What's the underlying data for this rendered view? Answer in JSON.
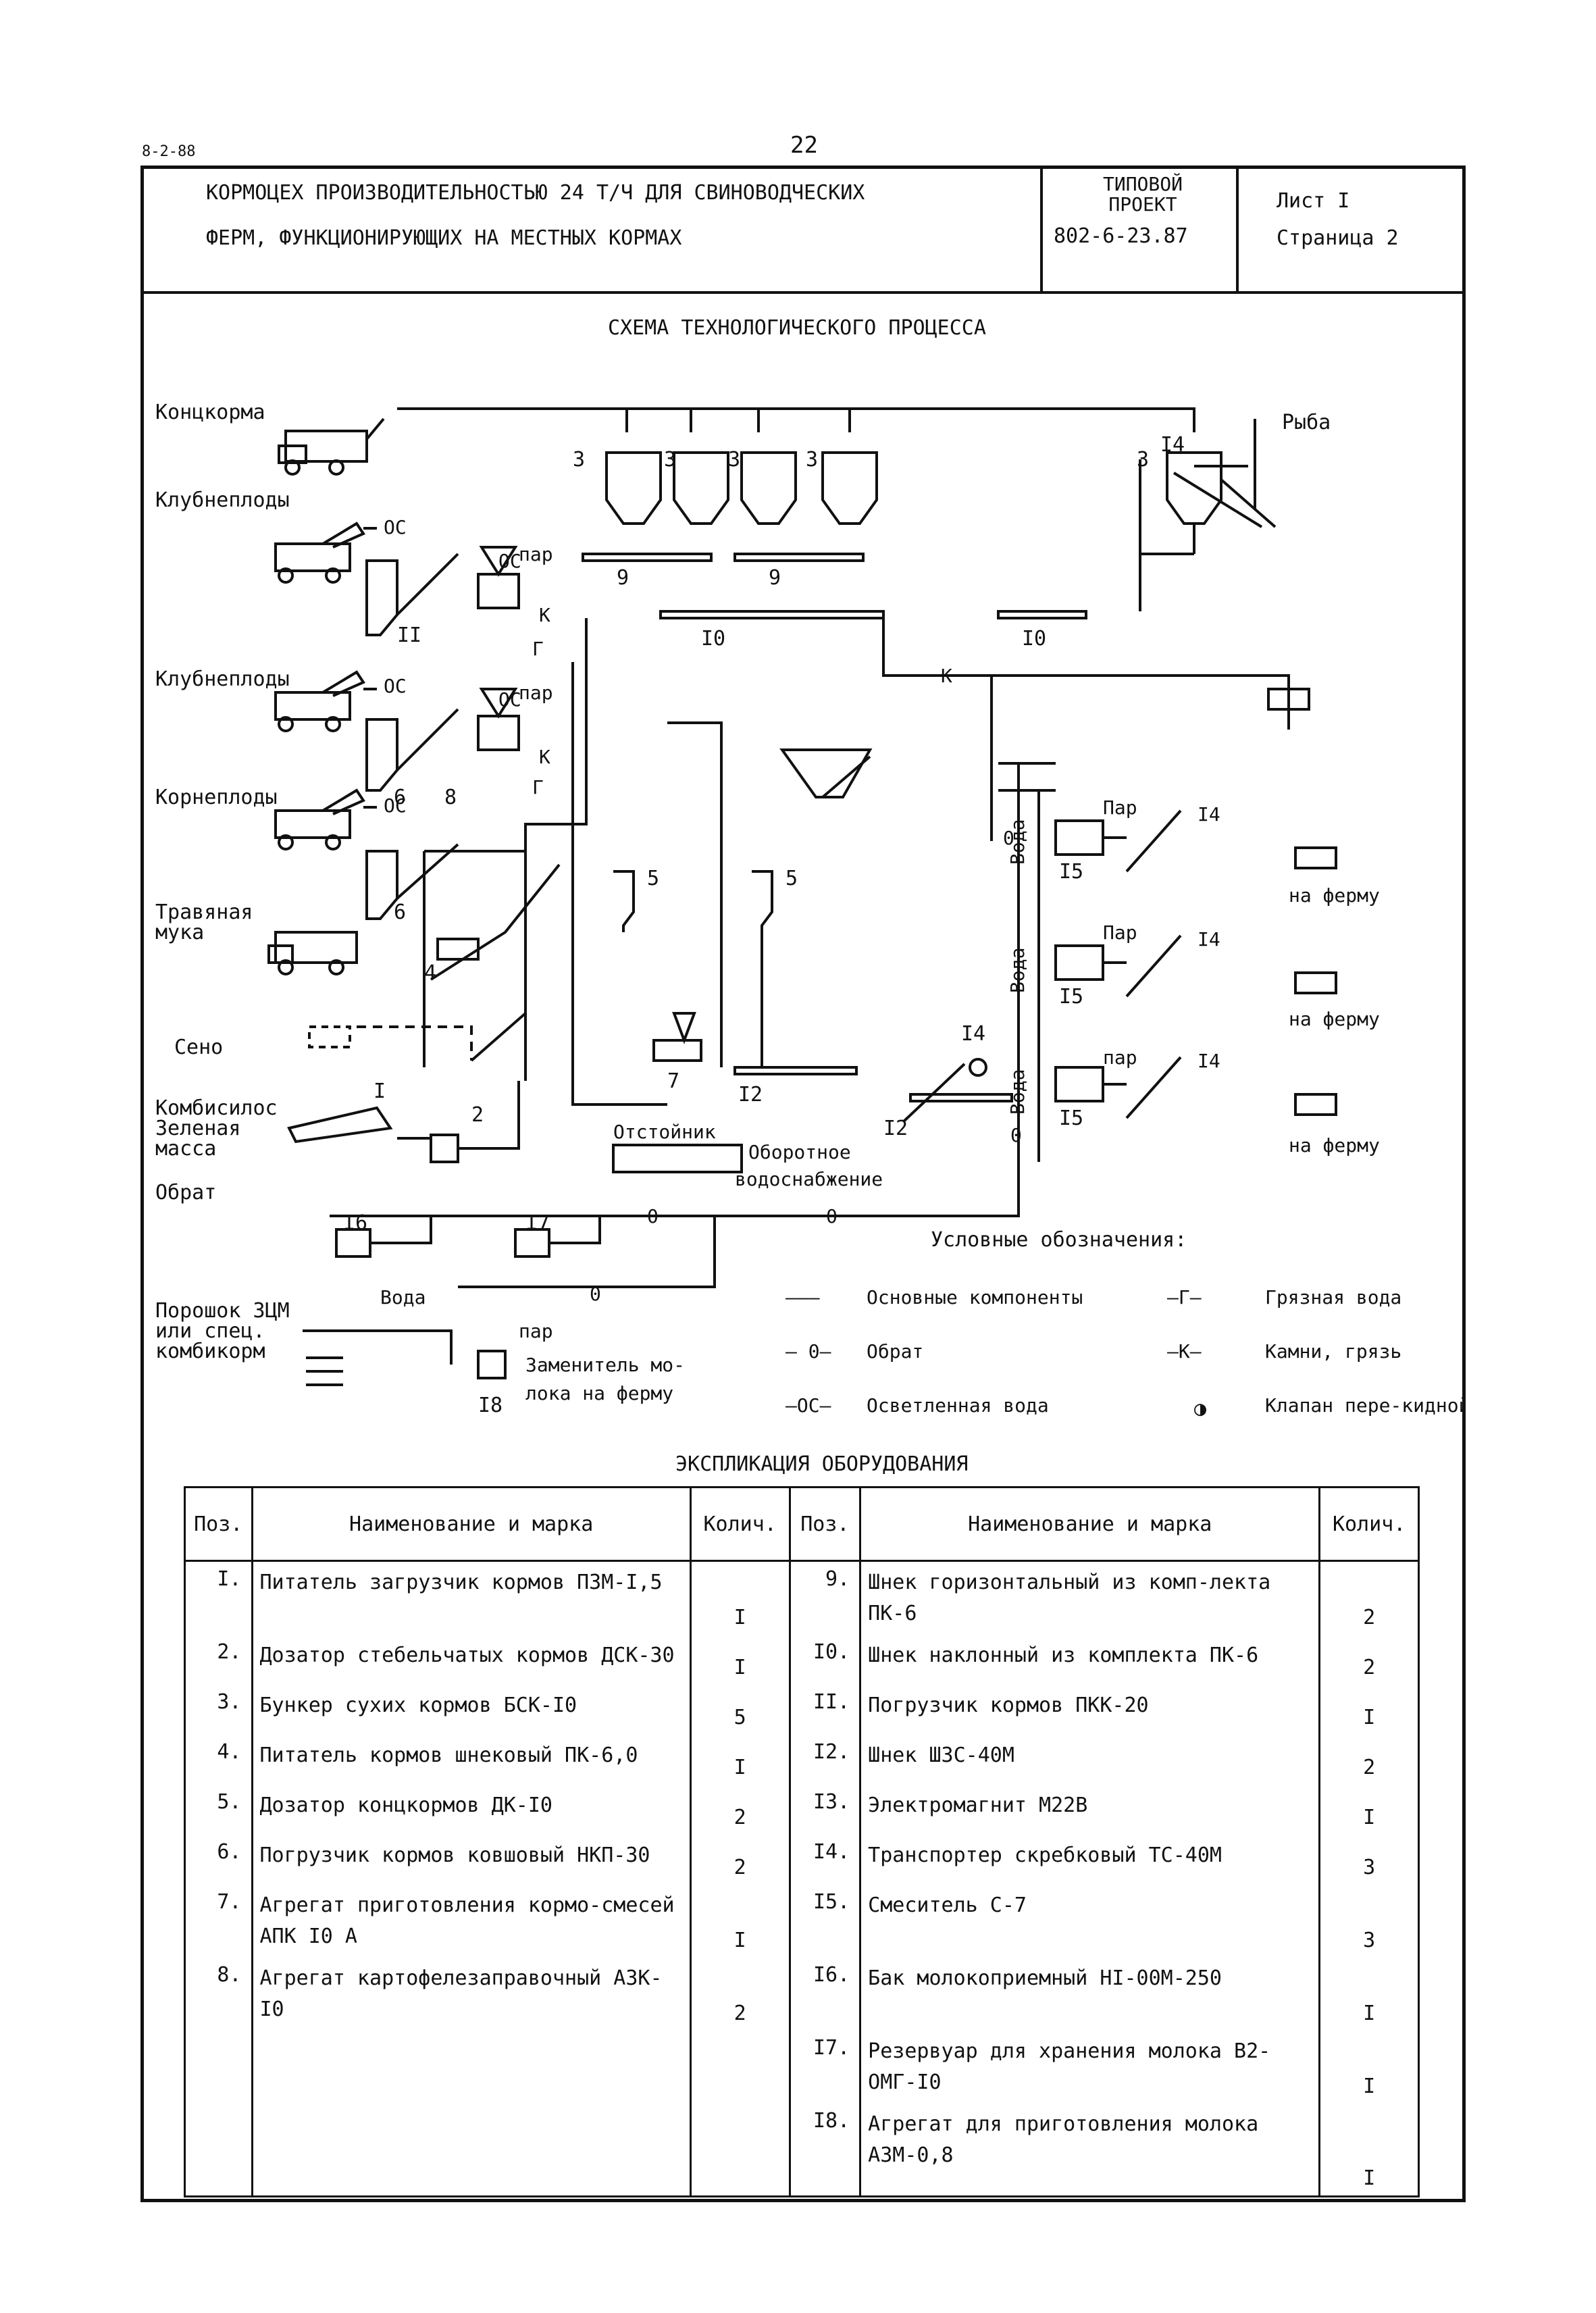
{
  "header": {
    "page_number": "22",
    "sheet_code": "8-2-88",
    "title_line1": "КОРМОЦЕХ ПРОИЗВОДИТЕЛЬНОСТЬЮ 24 Т/Ч ДЛЯ СВИНОВОДЧЕСКИХ",
    "title_line2": "ФЕРМ, ФУНКЦИОНИРУЮЩИХ НА МЕСТНЫХ КОРМАХ",
    "project_type_line1": "ТИПОВОЙ",
    "project_type_line2": "ПРОЕКТ",
    "project_code": "802-6-23.87",
    "sheet_label": "Лист I",
    "page_label": "Страница 2"
  },
  "scheme": {
    "title": "СХЕМА ТЕХНОЛОГИЧЕСКОГО ПРОЦЕССА",
    "inputs": {
      "concentrates": "Концкорма",
      "tubers1": "Клубнеплоды",
      "tubers2": "Клубнеплоды",
      "roots": "Корнеплоды",
      "grass_meal_1": "Травяная",
      "grass_meal_2": "мука",
      "hay": "Сено",
      "silage_1": "Комбисилос",
      "silage_2": "Зеленая",
      "silage_3": "масса",
      "skim": "Обрат",
      "powder_1": "Порошок ЗЦМ",
      "powder_2": "или спец.",
      "powder_3": "комбикорм",
      "fish": "Рыба"
    },
    "labels": {
      "os": "ОС",
      "steam": "пар",
      "steam_cap": "Пар",
      "k": "К",
      "g": "Г",
      "zero": "0",
      "water_v": "Вода",
      "water": "Вода",
      "to_farm": "на ферму",
      "settler": "Отстойник",
      "recycled_1": "Оборотное",
      "recycled_2": "водоснабжение",
      "milk_repl_1": "Заменитель мо-",
      "milk_repl_2": "лока на ферму"
    },
    "numbers": [
      "3",
      "3",
      "3",
      "3",
      "3",
      "9",
      "9",
      "I0",
      "I0",
      "II",
      "8",
      "6",
      "6",
      "4",
      "5",
      "5",
      "7",
      "I",
      "2",
      "I2",
      "I2",
      "I4",
      "I4",
      "I4",
      "I4",
      "I4",
      "I5",
      "I5",
      "I5",
      "I6",
      "I7",
      "I8"
    ],
    "legend": {
      "title": "Условные обозначения:",
      "items": [
        {
          "symbol": "———",
          "text": "Основные компоненты"
        },
        {
          "symbol": "— 0—",
          "text": "Обрат"
        },
        {
          "symbol": "—ОС—",
          "text": "Осветленная вода"
        },
        {
          "symbol": "—Г—",
          "text": "Грязная вода"
        },
        {
          "symbol": "—К—",
          "text": "Камни, грязь"
        },
        {
          "symbol": "◑",
          "text": "Клапан пере-кидной"
        }
      ]
    }
  },
  "explication": {
    "title": "ЭКСПЛИКАЦИЯ ОБОРУДОВАНИЯ",
    "headers": {
      "pos": "Поз.",
      "name": "Наименование и марка",
      "qty": "Колич."
    },
    "left": [
      {
        "pos": "I.",
        "name": "Питатель загрузчик кормов ПЗМ-I,5",
        "qty": "I"
      },
      {
        "pos": "2.",
        "name": "Дозатор стебельчатых кормов ДСК-30",
        "qty": "I"
      },
      {
        "pos": "3.",
        "name": "Бункер сухих кормов БСК-I0",
        "qty": "5"
      },
      {
        "pos": "4.",
        "name": "Питатель кормов шнековый ПК-6,0",
        "qty": "I"
      },
      {
        "pos": "5.",
        "name": "Дозатор концкормов ДК-I0",
        "qty": "2"
      },
      {
        "pos": "6.",
        "name": "Погрузчик кормов ковшовый НКП-30",
        "qty": "2"
      },
      {
        "pos": "7.",
        "name": "Агрегат приготовления кормо-смесей АПК I0 А",
        "qty": "I"
      },
      {
        "pos": "8.",
        "name": "Агрегат картофелезаправочный АЗК-I0",
        "qty": "2"
      }
    ],
    "right": [
      {
        "pos": "9.",
        "name": "Шнек горизонтальный из комп-лекта ПК-6",
        "qty": "2"
      },
      {
        "pos": "I0.",
        "name": "Шнек наклонный из комплекта ПК-6",
        "qty": "2"
      },
      {
        "pos": "II.",
        "name": "Погрузчик кормов ПКК-20",
        "qty": "I"
      },
      {
        "pos": "I2.",
        "name": "Шнек ШЗС-40М",
        "qty": "2"
      },
      {
        "pos": "I3.",
        "name": "Электромагнит М22В",
        "qty": "I"
      },
      {
        "pos": "I4.",
        "name": "Транспортер скребковый ТС-40М",
        "qty": "3"
      },
      {
        "pos": "I5.",
        "name": "Смеситель С-7",
        "qty": "3"
      },
      {
        "pos": "I6.",
        "name": "Бак молокоприемный НI-00М-250",
        "qty": "I"
      },
      {
        "pos": "I7.",
        "name": "Резервуар для хранения молока В2-ОМГ-I0",
        "qty": "I"
      },
      {
        "pos": "I8.",
        "name": "Агрегат для приготовления молока АЗМ-0,8",
        "qty": "I"
      }
    ]
  }
}
